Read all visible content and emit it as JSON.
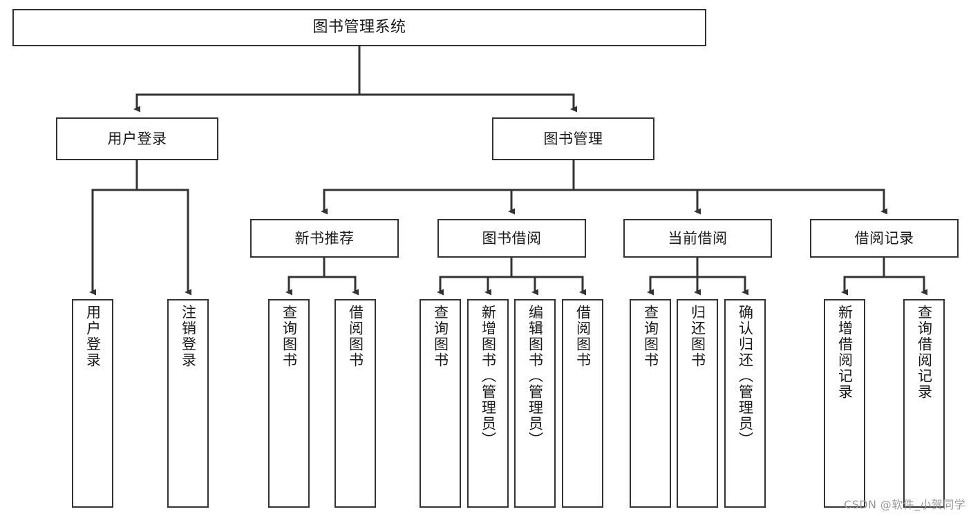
{
  "diagram": {
    "title": "图书管理系统",
    "type": "hierarchy-tree",
    "watermark": "CSDN @软件_小贺同学",
    "colors": {
      "background": "#ffffff",
      "border": "#333333",
      "text": "#1a1a1a",
      "edge": "#333333",
      "watermark": "#9a9a9a"
    },
    "levels": {
      "root": {
        "label": "图书管理系统"
      },
      "level2": [
        {
          "label": "用户登录"
        },
        {
          "label": "图书管理"
        }
      ],
      "level3": [
        {
          "label": "新书推荐"
        },
        {
          "label": "图书借阅"
        },
        {
          "label": "当前借阅"
        },
        {
          "label": "借阅记录"
        }
      ],
      "leaves": [
        {
          "label": "用户登录",
          "parent": "用户登录"
        },
        {
          "label": "注销登录",
          "parent": "用户登录"
        },
        {
          "label": "查询图书",
          "parent": "新书推荐"
        },
        {
          "label": "借阅图书",
          "parent": "新书推荐"
        },
        {
          "label": "查询图书",
          "parent": "图书借阅"
        },
        {
          "label": "新增图书（管理员）",
          "parent": "图书借阅"
        },
        {
          "label": "编辑图书（管理员）",
          "parent": "图书借阅"
        },
        {
          "label": "借阅图书",
          "parent": "图书借阅"
        },
        {
          "label": "查询图书",
          "parent": "当前借阅"
        },
        {
          "label": "归还图书",
          "parent": "当前借阅"
        },
        {
          "label": "确认归还（管理员）",
          "parent": "当前借阅"
        },
        {
          "label": "新增借阅记录",
          "parent": "借阅记录"
        },
        {
          "label": "查询借阅记录",
          "parent": "借阅记录"
        }
      ]
    }
  }
}
